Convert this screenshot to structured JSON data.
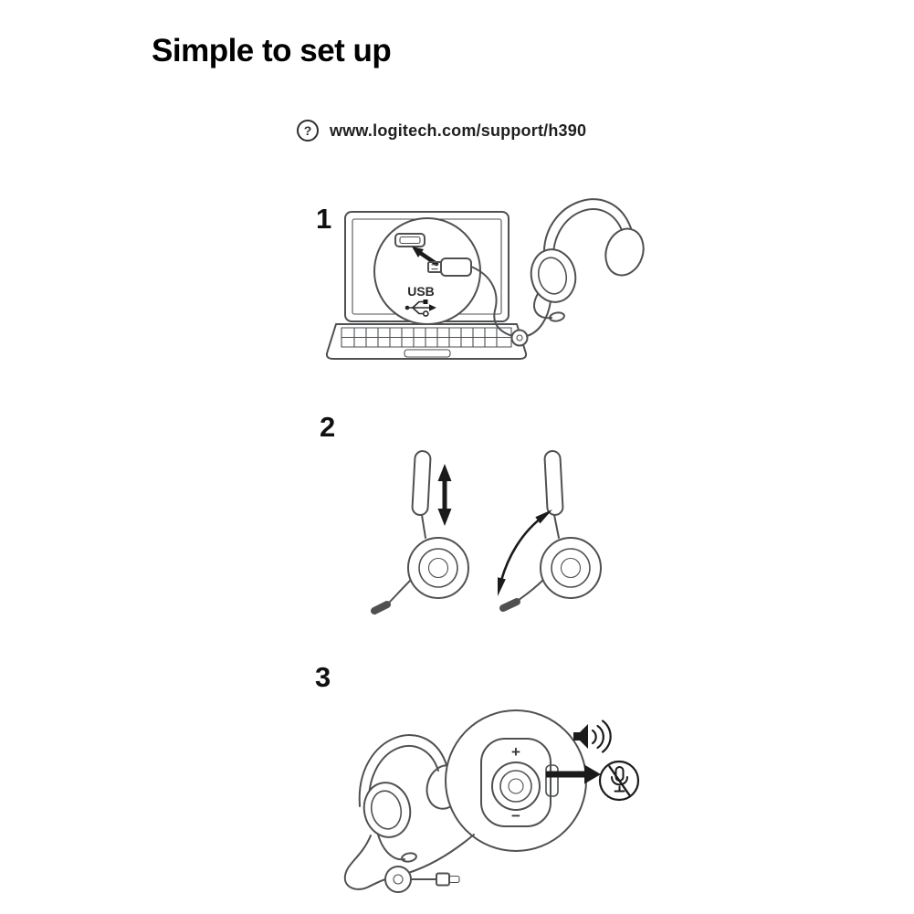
{
  "page": {
    "title": "Simple to set up"
  },
  "support": {
    "help_glyph": "?",
    "url": "www.logitech.com/support/h390"
  },
  "steps": [
    {
      "number": "1",
      "illustration": "plug-usb-headset-into-laptop"
    },
    {
      "number": "2",
      "illustration": "adjust-and-rotate-microphone-boom"
    },
    {
      "number": "3",
      "illustration": "inline-volume-and-mute-control"
    }
  ],
  "labels": {
    "usb": "USB",
    "volume_up": "+",
    "volume_down": "−"
  },
  "icons": {
    "help": "question-mark-circle",
    "usb_symbol": "usb-trident",
    "insert_arrow": "black-insert-arrow",
    "adjust": "vertical-double-arrow",
    "rotate": "curved-double-arrow",
    "pointer": "right-black-arrow",
    "speaker": "speaker-sound-waves",
    "mic_mute": "microphone-muted-circle"
  },
  "colors": {
    "line": "#4e5052",
    "ink": "#1b1b1b",
    "paper": "#ffffff"
  }
}
